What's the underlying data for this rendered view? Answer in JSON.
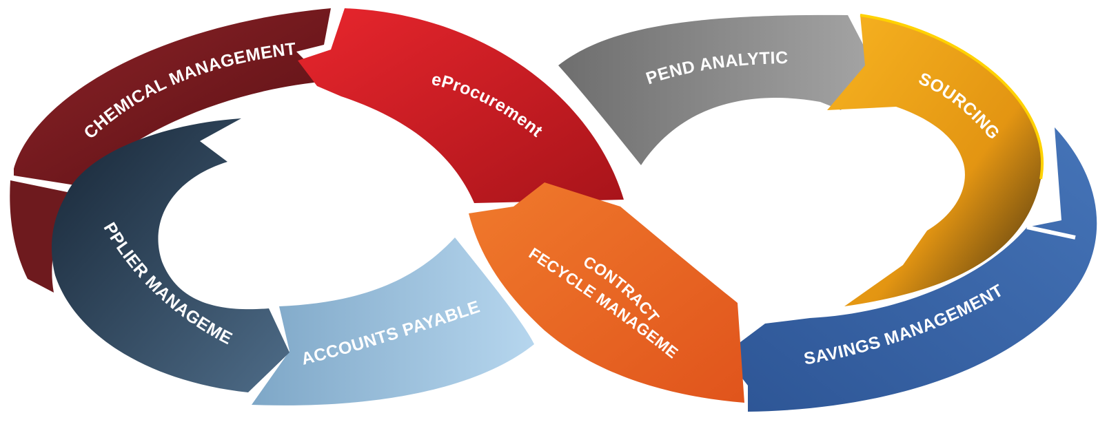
{
  "segments": [
    {
      "id": "chemical",
      "label": "CHEMICAL MANAGEMENT",
      "color": "#7a1c20"
    },
    {
      "id": "eprocurement",
      "label": "eProcurement",
      "color": "#d91f26"
    },
    {
      "id": "spend",
      "label": "SPEND ANALYTICS",
      "color": "#8e8e8e"
    },
    {
      "id": "sourcing",
      "label": "SOURCING",
      "color": "#f2a516"
    },
    {
      "id": "savings",
      "label": "SAVINGS MANAGEMENT",
      "color": "#3a66a8"
    },
    {
      "id": "contract",
      "label": "CONTRACT",
      "label2": "LIFECYCLE MANAGEMENT",
      "color": "#ea6a23"
    },
    {
      "id": "accounts",
      "label": "ACCOUNTS PAYABLE",
      "color": "#8fb8d8"
    },
    {
      "id": "supplier",
      "label": "SUPPLIER MANAGEMENT",
      "color": "#3e5a74"
    }
  ]
}
